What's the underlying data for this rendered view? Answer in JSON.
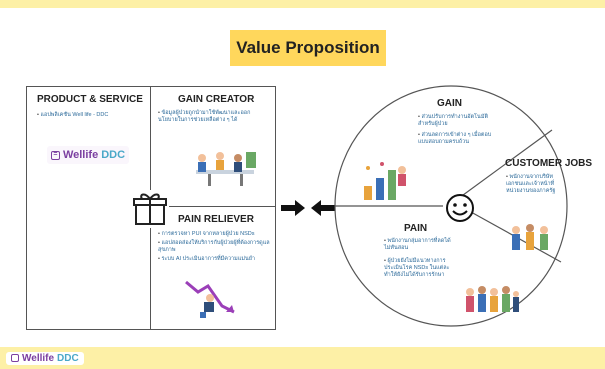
{
  "colors": {
    "yellow_bar": "#fdf0a6",
    "title_bg": "#ffd75c",
    "brand_purple": "#7b3fa0",
    "brand_blue": "#4aa8c8",
    "line": "#555555",
    "bullet_text": "#2c6a9a"
  },
  "title": "Value Proposition",
  "product_service": {
    "title": "PRODUCT & SERVICE",
    "bullets": [
      "แอปพลิเคชัน Well life - DDC"
    ],
    "logo_text": "Wellife",
    "logo_ddc": "DDC"
  },
  "gain_creator": {
    "title": "GAIN CREATOR",
    "bullets": [
      "ข้อมูลผู้ป่วยถูกนำมาใช้พัฒนาและออกนโยบายในการช่วยเหลือต่าง ๆ ได้"
    ]
  },
  "pain_reliever": {
    "title": "PAIN RELIEVER",
    "bullets": [
      "การตรวจหา PUI จากหลายผู้ป่วย NSDs",
      "แอปสอดส่องให้บริการกับผู้ป่วยผู้ที่ต้องการดูแลสุขภาพ",
      "ระบบ AI ประเมินอาการที่มีความแม่นยำ"
    ]
  },
  "gain": {
    "title": "GAIN",
    "bullets": [
      "ส่วนปรับการทำงานอัตโนมัติสำหรับผู้ป่วย",
      "ส่วนลดการเข้าต่าง ๆ เมื่อตอบแบบสอบถามครบถ้วน"
    ]
  },
  "customer_jobs": {
    "title": "CUSTOMER JOBS",
    "bullets": [
      "พนักงานจากบริษัทเอกชนและเจ้าหน้าที่หน่วยงานของภาครัฐ"
    ]
  },
  "pain": {
    "title": "PAIN",
    "bullets": [
      "พนักงานกลุ่มอาการที่ลดได้ไม่ทันสอน",
      "ผู้ป่วยยังไม่มีแนวทางการประเมินโรค NSDs ในแต่ละ ทำให้ยังไม่ได้รับการรักษา"
    ]
  },
  "footer": {
    "logo_text": "Wellife",
    "logo_ddc": "DDC"
  }
}
